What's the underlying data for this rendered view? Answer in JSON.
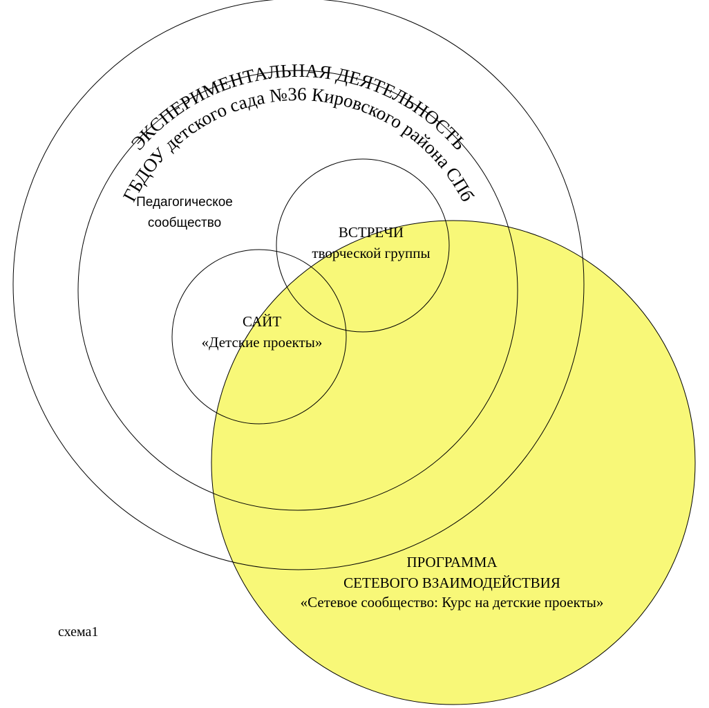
{
  "colors": {
    "stroke": "#000000",
    "network_fill": "#f8f878",
    "background": "#ffffff"
  },
  "outer": {
    "title_line1": "ЭКСПЕРИМЕНТАЛЬНАЯ ДЕЯТЕЛЬНОСТЬ",
    "title_line2": "ГБДОУ детского сада №36 Кировского района СПб"
  },
  "community": {
    "line1": "Педагогическое",
    "line2": "сообщество"
  },
  "meetings": {
    "line1": "ВСТРЕЧИ",
    "line2": "творческой группы"
  },
  "site": {
    "line1": "САЙТ",
    "line2": "«Детские проекты»"
  },
  "network": {
    "line1": "ПРОГРАММА",
    "line2": "СЕТЕВОГО ВЗАИМОДЕЙСТВИЯ",
    "line3": "«Сетевое сообщество: Курс на детские проекты»"
  },
  "caption": "схема1"
}
